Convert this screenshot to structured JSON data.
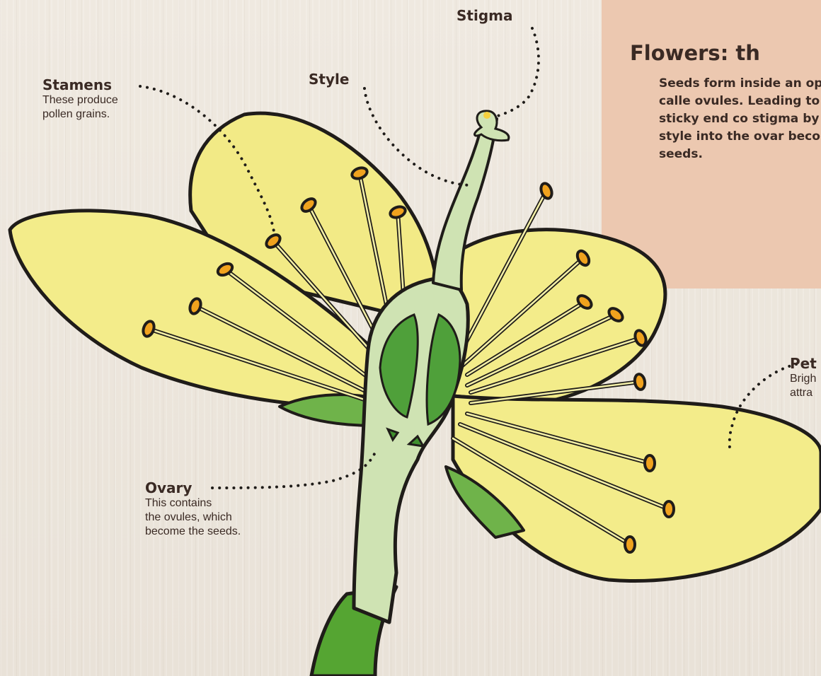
{
  "panel": {
    "title": "Flowers: th",
    "text": "Seeds form inside an open part calle ovules. Leading to has a sticky end co stigma by the wind style into the ovar become seeds."
  },
  "labels": {
    "stigma": {
      "name": "Stigma"
    },
    "style": {
      "name": "Style"
    },
    "stamens": {
      "name": "Stamens",
      "desc": "These produce\npollen grains."
    },
    "ovary": {
      "name": "Ovary",
      "desc": "This contains\nthe ovules, which\nbecome the seeds."
    },
    "petal": {
      "name": "Pet",
      "desc": "Brigh\nattra"
    }
  },
  "colors": {
    "panel": "#ecc8b0",
    "petal": "#f3ec8a",
    "stem": "#55a532",
    "ovary_fill": "#cfe3b3",
    "anther": "#f0a21e",
    "outline": "#1f1c19",
    "text": "#3a2a24"
  }
}
